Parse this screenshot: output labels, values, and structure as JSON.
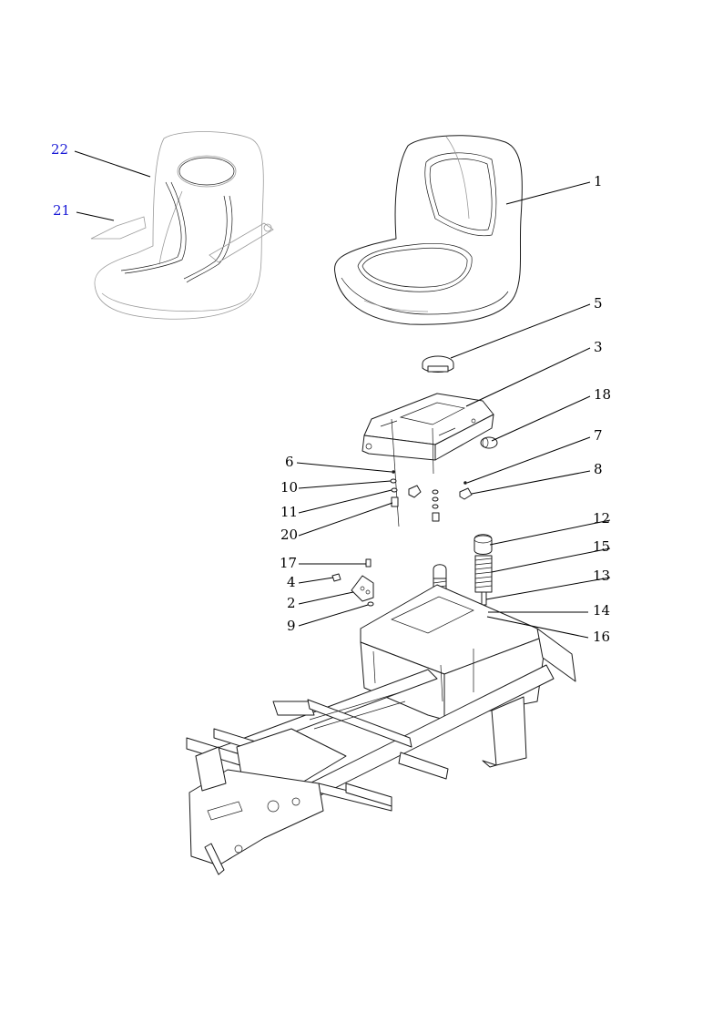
{
  "callouts": [
    {
      "id": "22",
      "label": "22",
      "color": "#1a1ad6"
    },
    {
      "id": "21",
      "label": "21",
      "color": "#1a1ad6"
    },
    {
      "id": "1",
      "label": "1"
    },
    {
      "id": "5",
      "label": "5"
    },
    {
      "id": "3",
      "label": "3"
    },
    {
      "id": "18",
      "label": "18"
    },
    {
      "id": "7",
      "label": "7"
    },
    {
      "id": "8",
      "label": "8"
    },
    {
      "id": "6",
      "label": "6"
    },
    {
      "id": "10",
      "label": "10"
    },
    {
      "id": "11",
      "label": "11"
    },
    {
      "id": "20",
      "label": "20"
    },
    {
      "id": "12",
      "label": "12"
    },
    {
      "id": "15",
      "label": "15"
    },
    {
      "id": "13",
      "label": "13"
    },
    {
      "id": "17",
      "label": "17"
    },
    {
      "id": "4",
      "label": "4"
    },
    {
      "id": "2",
      "label": "2"
    },
    {
      "id": "14",
      "label": "14"
    },
    {
      "id": "9",
      "label": "9"
    },
    {
      "id": "16",
      "label": "16"
    }
  ]
}
